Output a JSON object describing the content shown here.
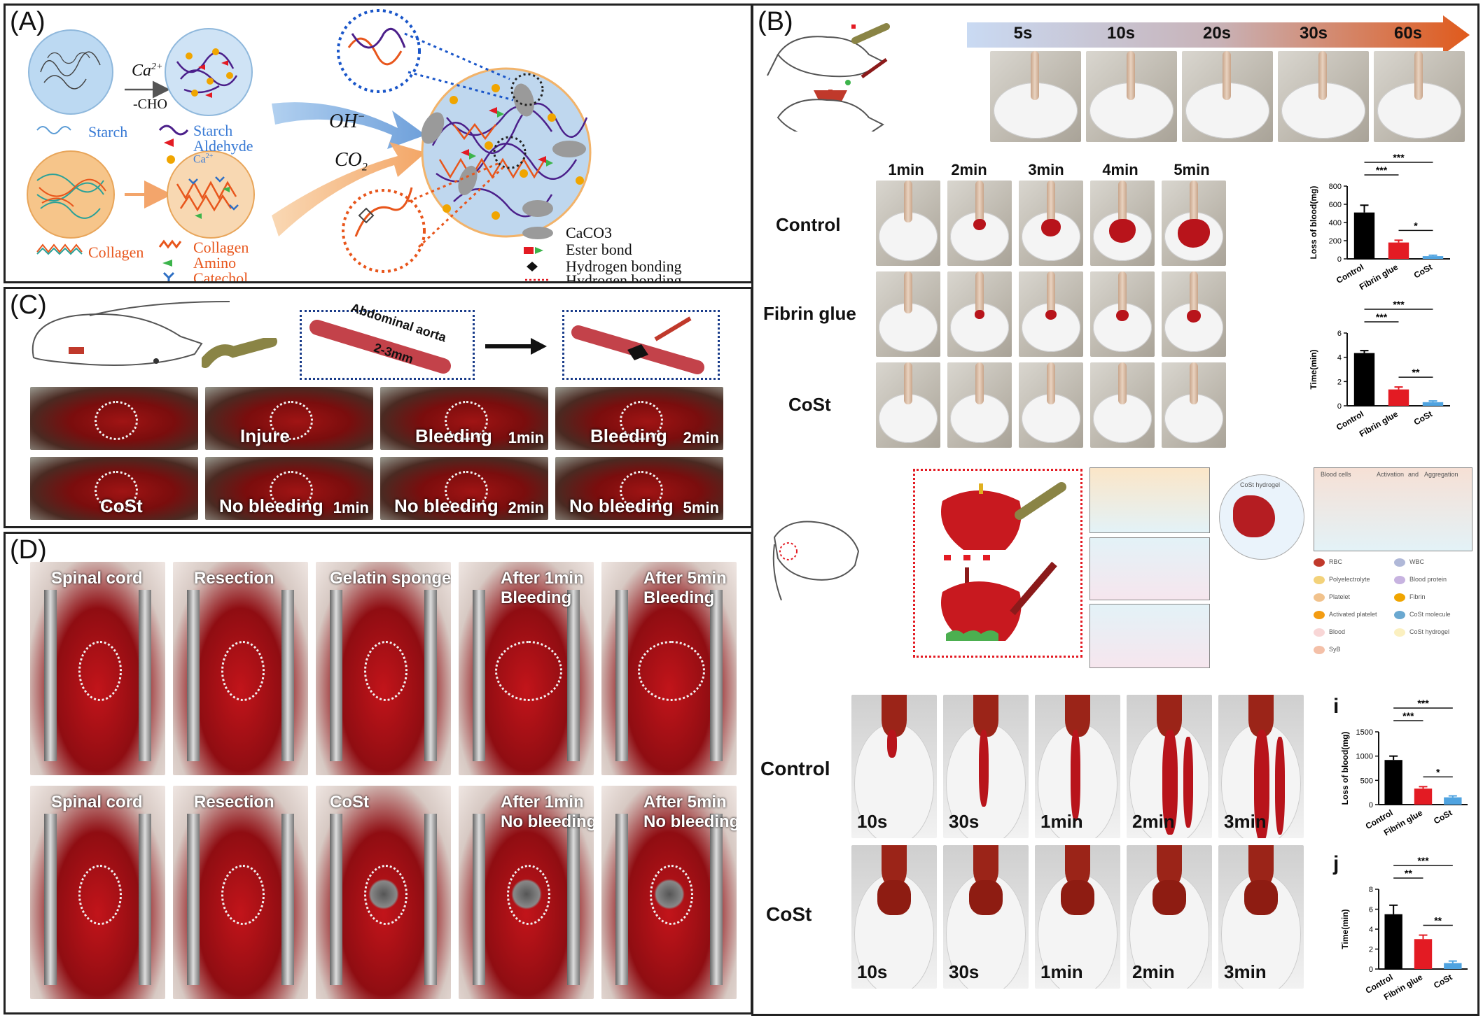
{
  "panels": {
    "A": {
      "label": "(A)",
      "ca_label": "Ca",
      "ca_sup": "2+",
      "cho": "-CHO",
      "starch_left": "Starch",
      "collagen_left": "Collagen",
      "legend_mid": [
        "Starch",
        "Aldehyde",
        "Ca"
      ],
      "legend_mid_sup": "2+",
      "legend_mid2": [
        "Collagen",
        "Amino",
        "Catechol"
      ],
      "oh": "OH",
      "oh_sup": "−",
      "co2": "CO",
      "co2_sub": "2",
      "legend_right": [
        "CaCO3",
        "Ester bond",
        "Hydrogen bonding",
        "Hydrogen bonding"
      ],
      "colors": {
        "starch": "#5a9bd5",
        "collagen": "#e8561c",
        "aldehyde": "#e31b23",
        "amino": "#3cb44b",
        "catechol": "#2e6fc4"
      }
    },
    "B": {
      "label": "(B)",
      "time_arrow": [
        "5s",
        "10s",
        "20s",
        "30s",
        "60s"
      ],
      "col_headers": [
        "1min",
        "2min",
        "3min",
        "4min",
        "5min"
      ],
      "rows": [
        "Control",
        "Fibrin glue",
        "CoSt"
      ],
      "liver_rows": [
        "Control",
        "CoSt"
      ],
      "liver_times": [
        "10s",
        "30s",
        "1min",
        "2min",
        "3min"
      ],
      "panel_i": "i",
      "panel_j": "j",
      "mech_legend": [
        "RBC",
        "WBC",
        "Polyelectrolyte",
        "Blood protein",
        "Platelet",
        "Fibrin",
        "Activated platelet",
        "CoSt molecule",
        "Blood",
        "CoSt hydrogel",
        "SyB"
      ],
      "mech_title": "CoSt hydrogel",
      "mech_head": [
        "Blood cells",
        "Activation",
        "and",
        "Aggregation"
      ]
    },
    "C": {
      "label": "(C)",
      "aorta": "Abdominal aorta",
      "aorta_size": "2-3mm",
      "photos": [
        {
          "text": "",
          "time": ""
        },
        {
          "text": "Injure",
          "time": ""
        },
        {
          "text": "Bleeding",
          "time": "1min"
        },
        {
          "text": "Bleeding",
          "time": "2min"
        },
        {
          "text": "CoSt",
          "time": ""
        },
        {
          "text": "No bleeding",
          "time": "1min"
        },
        {
          "text": "No bleeding",
          "time": "2min"
        },
        {
          "text": "No bleeding",
          "time": "5min"
        }
      ]
    },
    "D": {
      "label": "(D)",
      "photos": [
        [
          "Spinal cord"
        ],
        [
          "Resection"
        ],
        [
          "Gelatin sponge"
        ],
        [
          "After 1min",
          "Bleeding"
        ],
        [
          "After 5min",
          "Bleeding"
        ],
        [
          "Spinal cord"
        ],
        [
          "Resection"
        ],
        [
          "CoSt"
        ],
        [
          "After 1min",
          "No bleeding"
        ],
        [
          "After 5min",
          "No bleeding"
        ]
      ]
    }
  },
  "chart_data": [
    {
      "type": "bar",
      "categories": [
        "Control",
        "Fibrin glue",
        "CoSt"
      ],
      "values": [
        510,
        180,
        30
      ],
      "errors": [
        80,
        25,
        10
      ],
      "ylabel": "Loss of blood(mg)",
      "ylim": [
        0,
        800
      ],
      "yticks": [
        0,
        200,
        400,
        600,
        800
      ],
      "colors": [
        "#000000",
        "#e31b23",
        "#4fa3e0"
      ],
      "sig": [
        [
          "Control",
          "Fibrin glue",
          "***"
        ],
        [
          "Control",
          "CoSt",
          "***"
        ],
        [
          "Fibrin glue",
          "CoSt",
          "*"
        ]
      ]
    },
    {
      "type": "bar",
      "categories": [
        "Control",
        "Fibrin glue",
        "CoSt"
      ],
      "values": [
        4.35,
        1.35,
        0.3
      ],
      "errors": [
        0.2,
        0.2,
        0.1
      ],
      "ylabel": "Time(min)",
      "ylim": [
        0,
        6
      ],
      "yticks": [
        0,
        2,
        4,
        6
      ],
      "colors": [
        "#000000",
        "#e31b23",
        "#4fa3e0"
      ],
      "sig": [
        [
          "Control",
          "Fibrin glue",
          "***"
        ],
        [
          "Control",
          "CoSt",
          "***"
        ],
        [
          "Fibrin glue",
          "CoSt",
          "**"
        ]
      ]
    },
    {
      "type": "bar",
      "categories": [
        "Control",
        "Fibrin glue",
        "CoSt"
      ],
      "values": [
        920,
        330,
        150
      ],
      "errors": [
        80,
        40,
        30
      ],
      "ylabel": "Loss of blood(mg)",
      "ylim": [
        0,
        1500
      ],
      "yticks": [
        0,
        500,
        1000,
        1500
      ],
      "colors": [
        "#000000",
        "#e31b23",
        "#4fa3e0"
      ],
      "sig": [
        [
          "Control",
          "Fibrin glue",
          "***"
        ],
        [
          "Control",
          "CoSt",
          "***"
        ],
        [
          "Fibrin glue",
          "CoSt",
          "*"
        ]
      ]
    },
    {
      "type": "bar",
      "categories": [
        "Control",
        "Fibrin glue",
        "CoSt"
      ],
      "values": [
        5.5,
        3.0,
        0.6
      ],
      "errors": [
        0.9,
        0.4,
        0.2
      ],
      "ylabel": "Time(min)",
      "ylim": [
        0,
        8
      ],
      "yticks": [
        0,
        2,
        4,
        6,
        8
      ],
      "colors": [
        "#000000",
        "#e31b23",
        "#4fa3e0"
      ],
      "sig": [
        [
          "Control",
          "Fibrin glue",
          "**"
        ],
        [
          "Control",
          "CoSt",
          "***"
        ],
        [
          "Fibrin glue",
          "CoSt",
          "**"
        ]
      ]
    }
  ]
}
